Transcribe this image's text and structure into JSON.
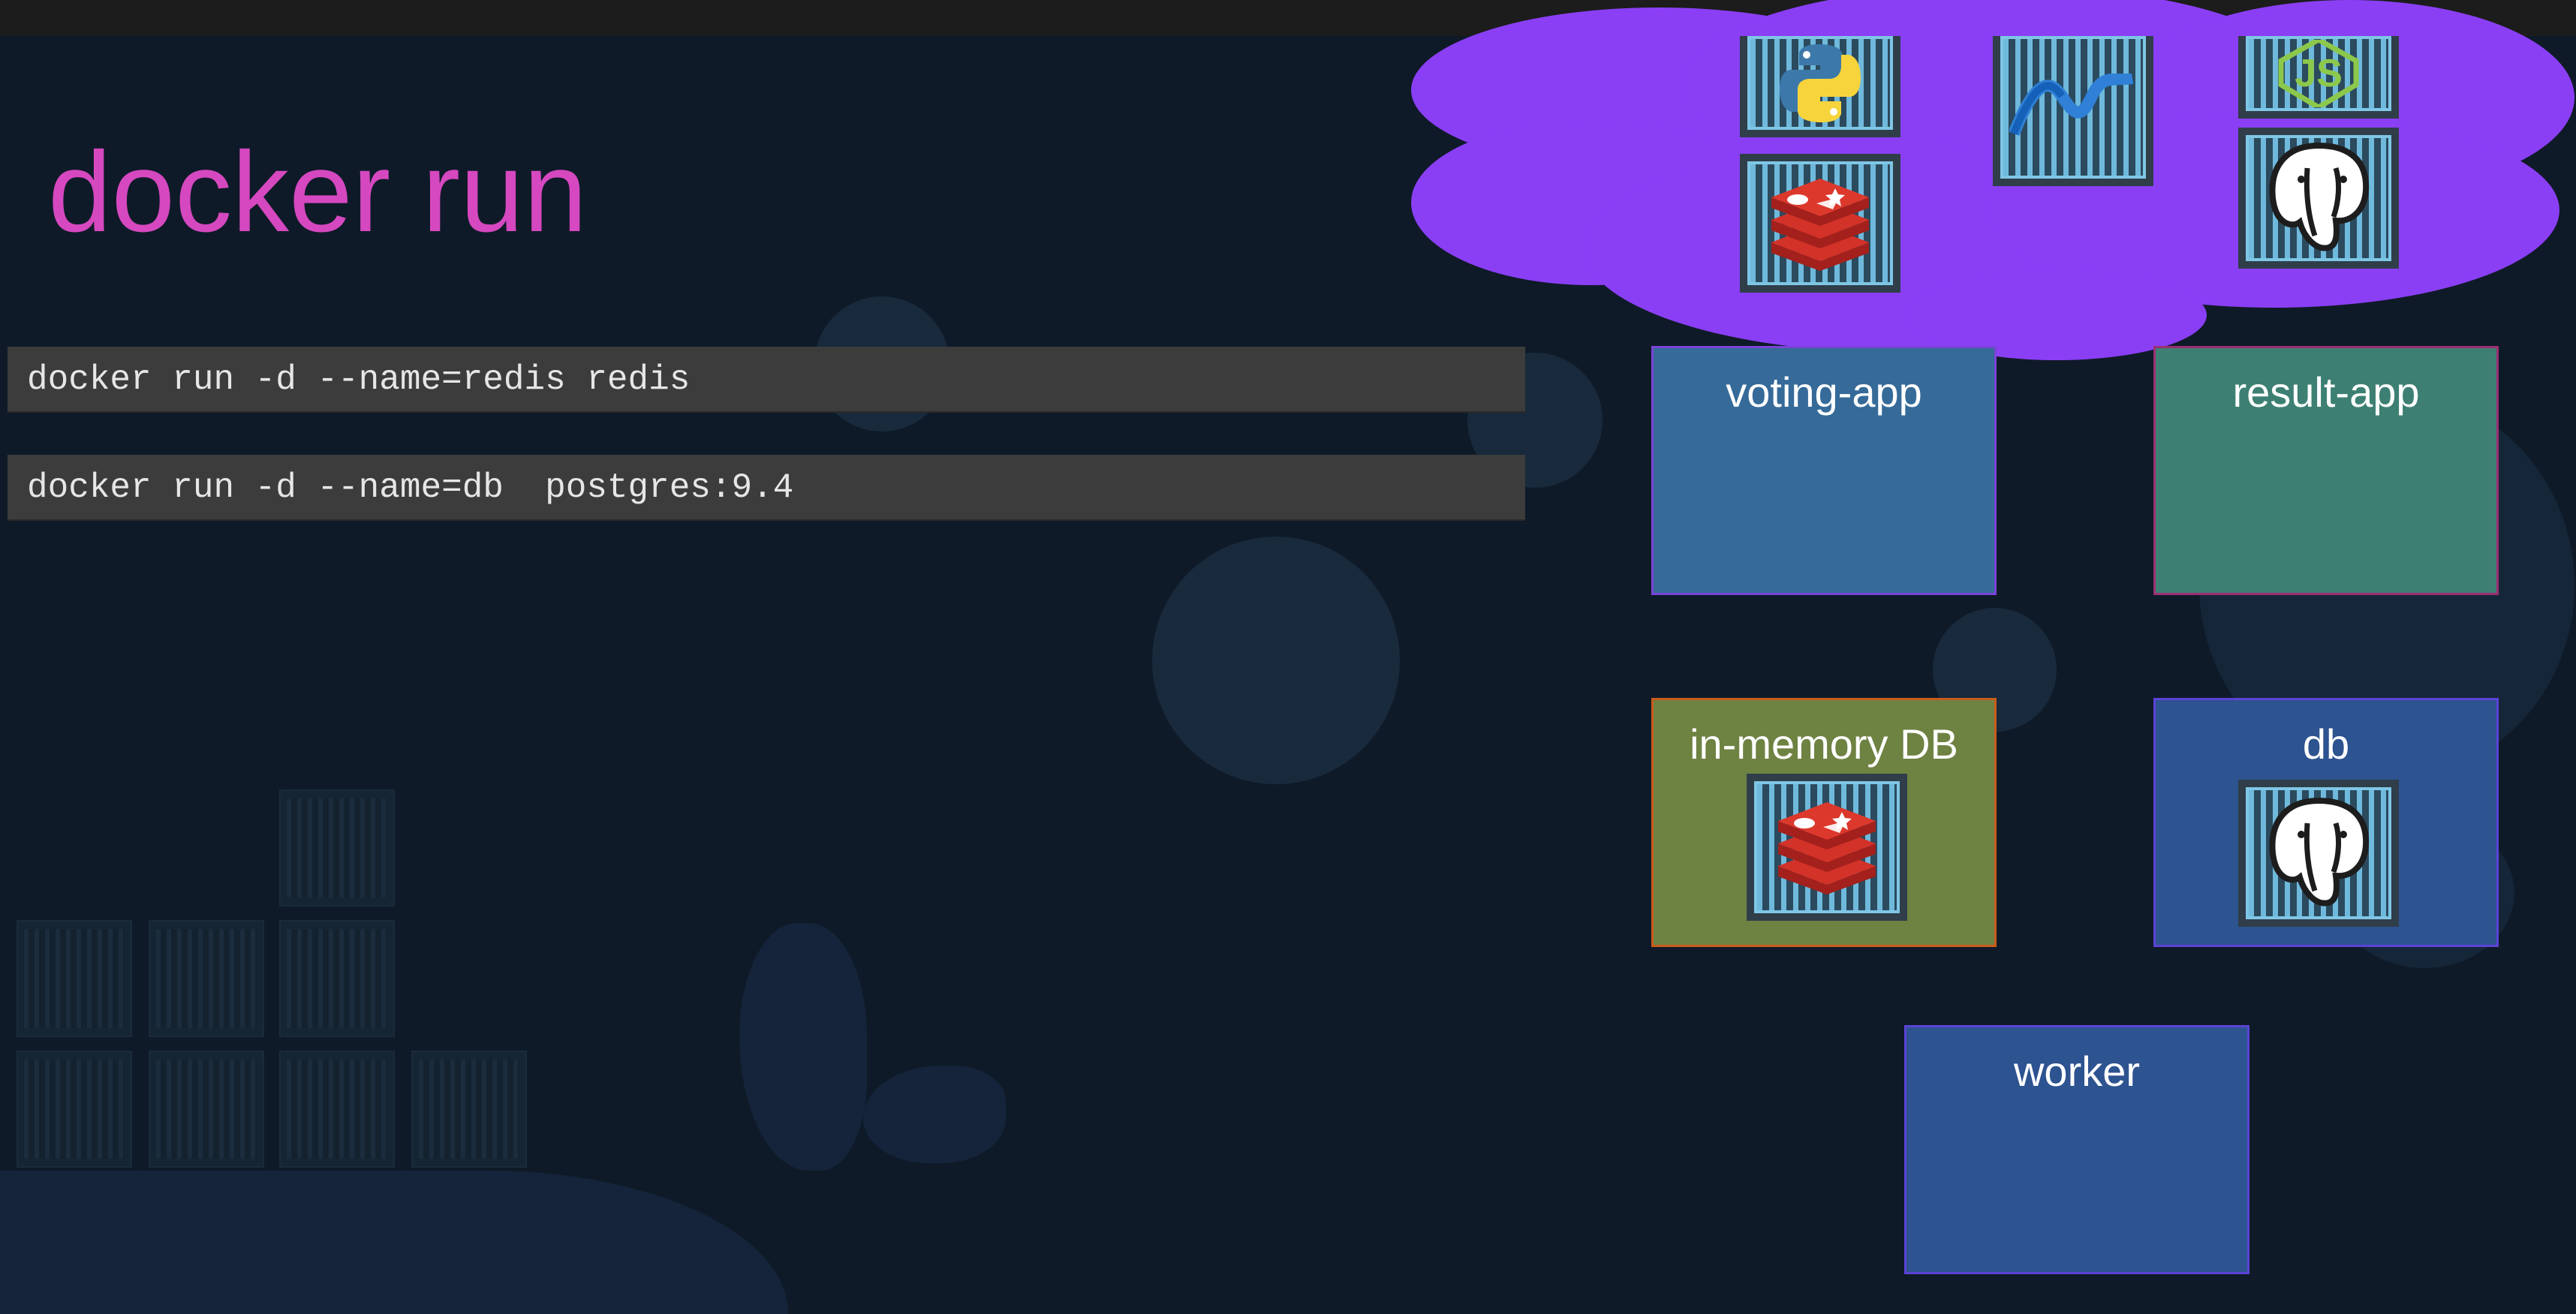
{
  "slide": {
    "title": "docker run"
  },
  "commands": [
    "docker run -d --name=redis redis",
    "docker run -d --name=db  postgres:9.4"
  ],
  "cloud": {
    "color": "#8a3ff5",
    "icons": [
      "python-icon",
      "dotnet-icon",
      "nodejs-icon",
      "redis-icon",
      "postgres-icon"
    ]
  },
  "services": {
    "voting_app": "voting-app",
    "result_app": "result-app",
    "in_memory_db": "in-memory DB",
    "db": "db",
    "worker": "worker"
  },
  "colors": {
    "voting_app": "#356a99",
    "result_app": "#3d8073",
    "in_memory_db": "#6e8242",
    "db": "#2d5390",
    "worker": "#2d5390"
  }
}
